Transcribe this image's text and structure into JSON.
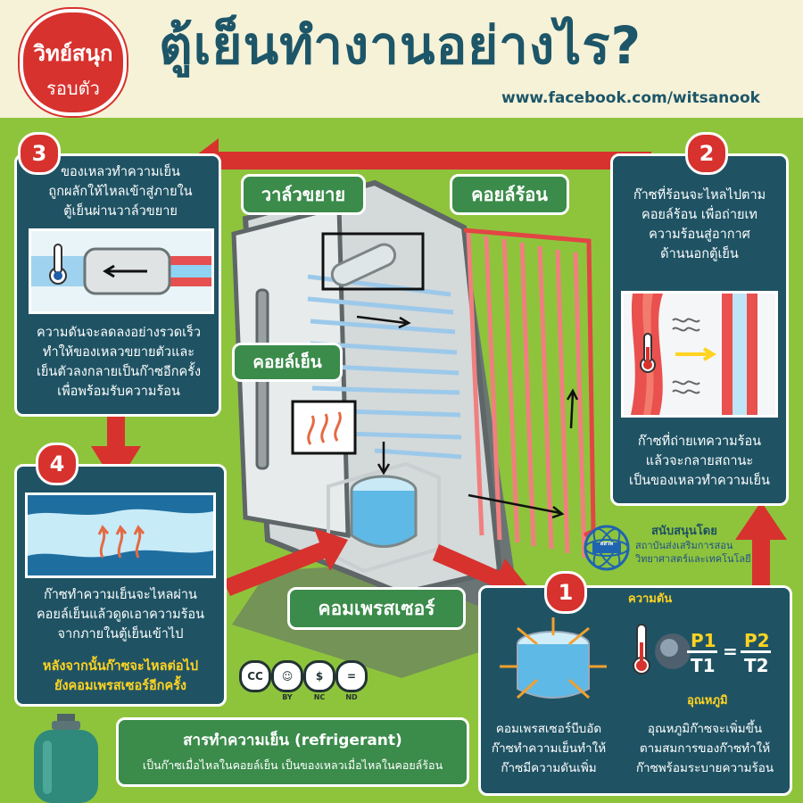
{
  "header": {
    "logo_line1": "วิทย์สนุก",
    "logo_line2": "รอบตัว",
    "title": "ตู้เย็นทำงานอย่างไร?",
    "url": "www.facebook.com/witsanook"
  },
  "labels": {
    "expansion_valve": "วาล์วขยาย",
    "hot_coil": "คอยล์ร้อน",
    "cold_coil": "คอยล์เย็น",
    "compressor": "คอมเพรสเซอร์"
  },
  "step3": {
    "number": "3",
    "text_top": [
      "ของเหลวทำความเย็น",
      "ถูกผลักให้ไหลเข้าสู่ภายใน",
      "ตู้เย็นผ่านวาล์วขยาย"
    ],
    "text_bottom": [
      "ความดันจะลดลงอย่างรวดเร็ว",
      "ทำให้ของเหลวขยายตัวและ",
      "เย็นตัวลงกลายเป็นก๊าซอีกครั้ง",
      "เพื่อพร้อมรับความร้อน"
    ]
  },
  "step2": {
    "number": "2",
    "text_top": [
      "ก๊าซที่ร้อนจะไหลไปตาม",
      "คอยล์ร้อน เพื่อถ่ายเท",
      "ความร้อนสู่อากาศ",
      "ด้านนอกตู้เย็น"
    ],
    "text_bottom": [
      "ก๊าซที่ถ่ายเทความร้อน",
      "แล้วจะกลายสถานะ",
      "เป็นของเหลวทำความเย็น"
    ]
  },
  "step4": {
    "number": "4",
    "text": [
      "ก๊าซทำความเย็นจะไหลผ่าน",
      "คอยล์เย็นแล้วดูดเอาความร้อน",
      "จากภายในตู้เย็นเข้าไป"
    ],
    "highlight": [
      "หลังจากนั้นก๊าซจะไหลต่อไป",
      "ยังคอมเพรสเซอร์อีกครั้ง"
    ]
  },
  "step1": {
    "number": "1",
    "text_left": [
      "คอมเพรสเซอร์บีบอัด",
      "ก๊าซทำความเย็นทำให้",
      "ก๊าซมีความดันเพิ่ม"
    ],
    "text_right": [
      "อุณหภูมิก๊าซจะเพิ่มขึ้น",
      "ตามสมการของก๊าซทำให้",
      "ก๊าซพร้อมระบายความร้อน"
    ],
    "pressure_label": "ความดัน",
    "temperature_label": "อุณหภูมิ",
    "p1": "P1",
    "t1": "T1",
    "p2": "P2",
    "t2": "T2",
    "equals": "="
  },
  "sponsor": {
    "heading": "สนับสนุนโดย",
    "line1": "สถาบันส่งเสริมการสอน",
    "line2": "วิทยาศาสตร์และเทคโนโลยี",
    "logo_text": "สสวท"
  },
  "license": {
    "cc": "CC",
    "by": "BY",
    "nc": "NC",
    "nd": "ND"
  },
  "refrigerant": {
    "title": "สารทำความเย็น (refrigerant)",
    "subtitle": "เป็นก๊าซเมื่อไหลในคอยล์เย็น เป็นของเหลวเมื่อไหลในคอยล์ร้อน"
  },
  "colors": {
    "panel": "#1f5364",
    "background": "#8ec43c",
    "header": "#f6f2d8",
    "accent_red": "#d7322e",
    "callout_green": "#3b8b4b",
    "highlight_yellow": "#ffd321"
  }
}
